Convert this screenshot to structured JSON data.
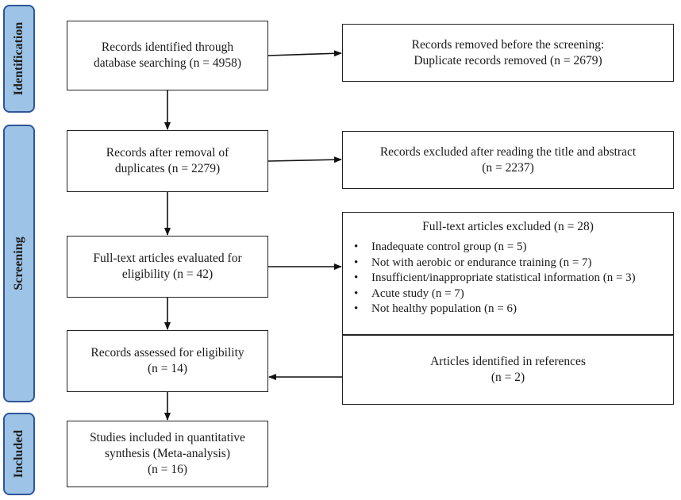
{
  "phases": {
    "identification": "Identification",
    "screening": "Screening",
    "included": "Included"
  },
  "boxes": {
    "identified": {
      "line1": "Records identified through",
      "line2": "database searching (n = 4958)"
    },
    "removed": {
      "line1": "Records removed before the screening:",
      "line2": "Duplicate records removed (n = 2679)"
    },
    "after_duplicates": {
      "line1": "Records after removal of",
      "line2": "duplicates (n = 2279)"
    },
    "excluded_title": {
      "line1": "Records excluded after reading the title and abstract",
      "line2": "(n = 2237)"
    },
    "full_text": {
      "line1": "Full-text articles evaluated for",
      "line2": "eligibility (n = 42)"
    },
    "full_text_excluded": {
      "title": "Full-text articles excluded (n = 28)",
      "reasons": [
        "Inadequate control group (n = 5)",
        "Not with aerobic or endurance training (n = 7)",
        "Insufficient/inappropriate statistical information (n = 3)",
        "Acute study (n = 7)",
        "Not healthy population (n = 6)"
      ]
    },
    "assessed": {
      "line1": "Records assessed for eligibility",
      "line2": "(n = 14)"
    },
    "references": {
      "line1": "Articles identified in references",
      "line2": "(n = 2)"
    },
    "included": {
      "line1": "Studies included in quantitative",
      "line2": "synthesis (Meta-analysis)",
      "line3": "(n = 16)"
    }
  }
}
